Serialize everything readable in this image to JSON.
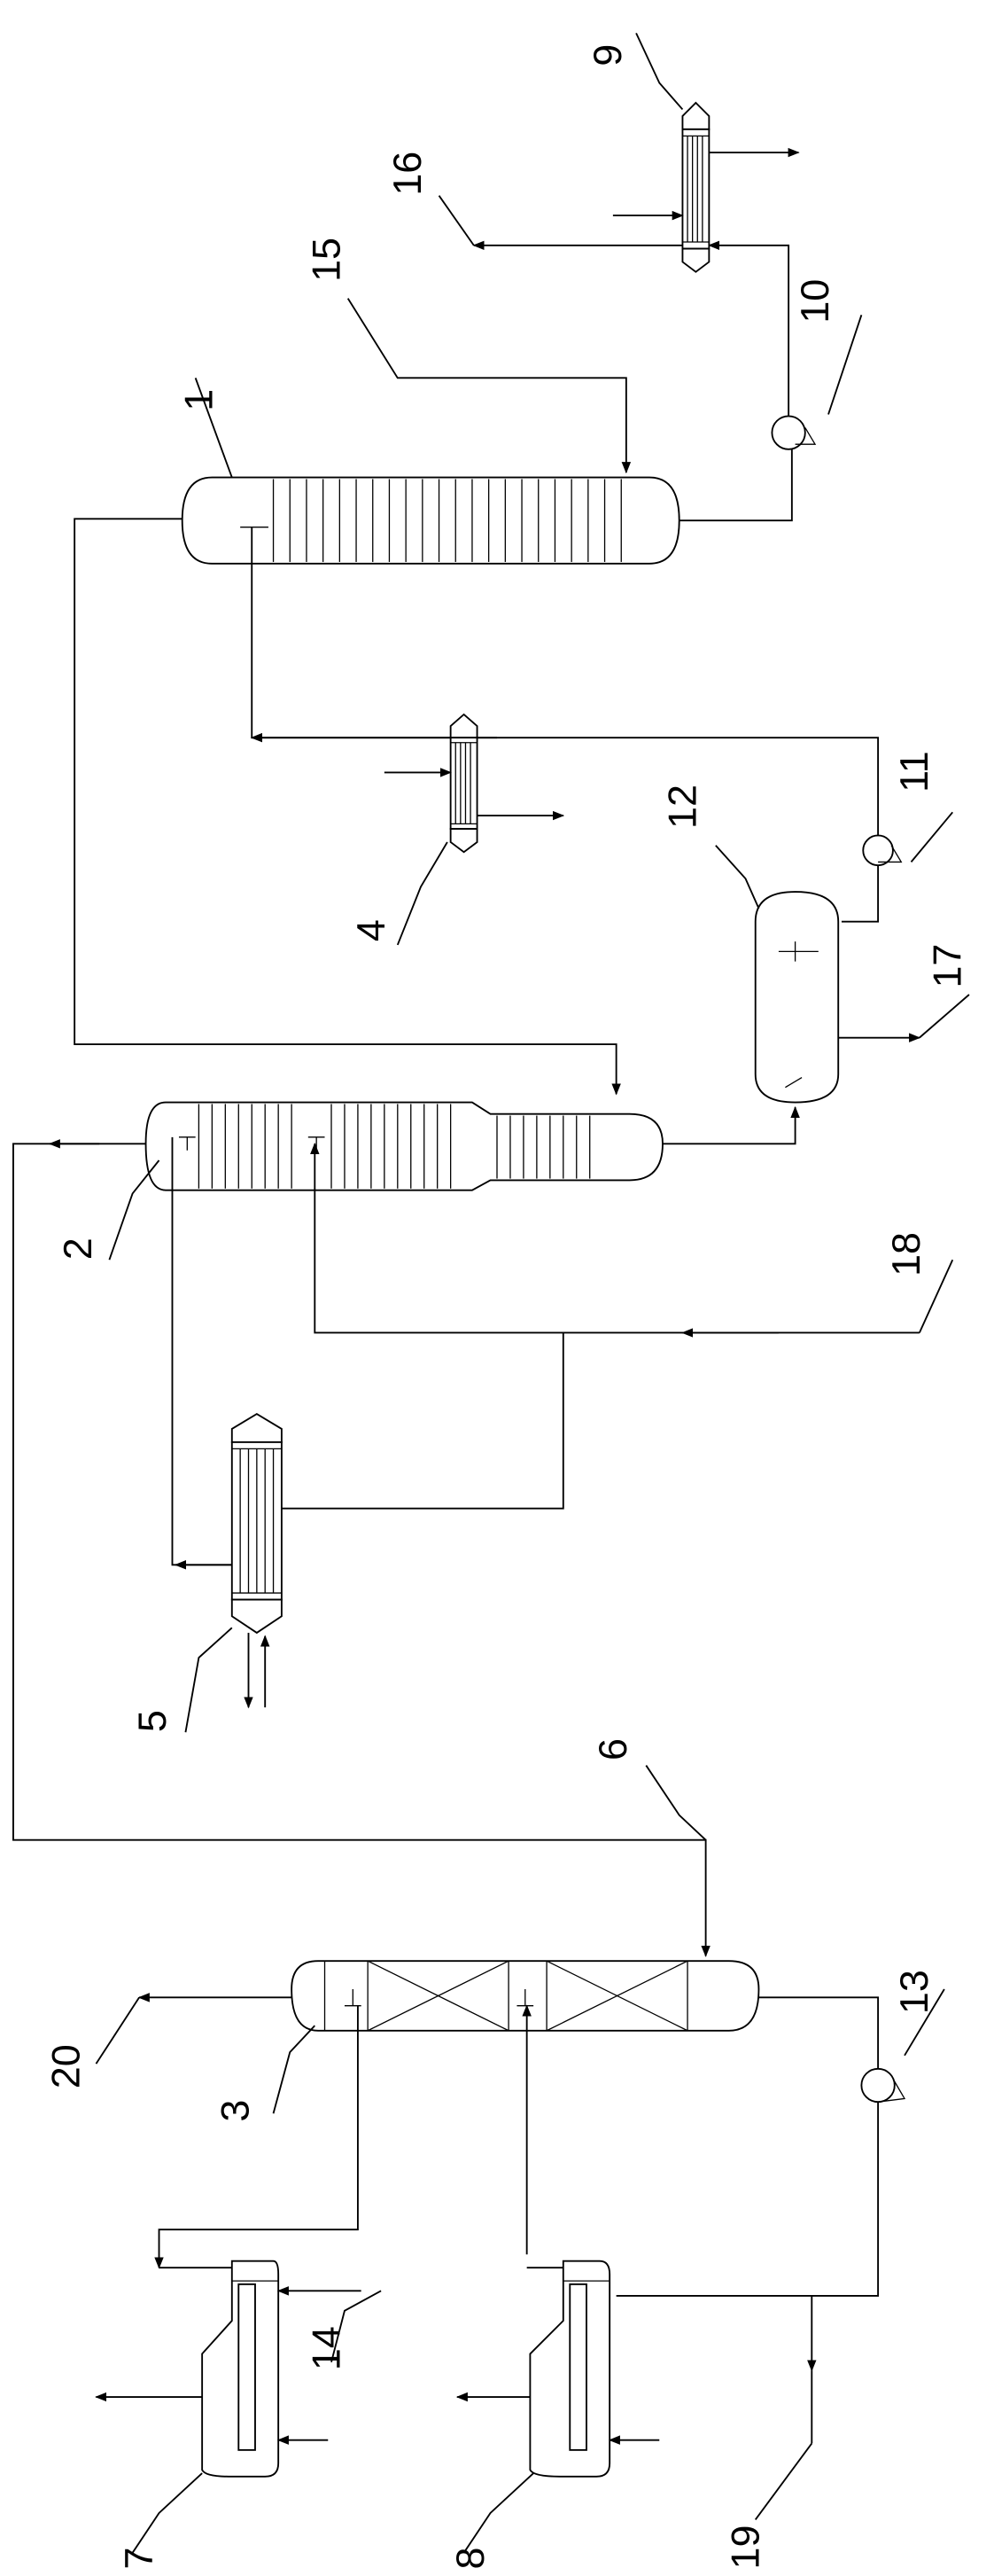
{
  "labels": {
    "n1": "1",
    "n2": "2",
    "n3": "3",
    "n4": "4",
    "n5": "5",
    "n6": "6",
    "n7": "7",
    "n8": "8",
    "n9": "9",
    "n10": "10",
    "n11": "11",
    "n12": "12",
    "n13": "13",
    "n14": "14",
    "n15": "15",
    "n16": "16",
    "n17": "17",
    "n18": "18",
    "n19": "19",
    "n20": "20"
  }
}
